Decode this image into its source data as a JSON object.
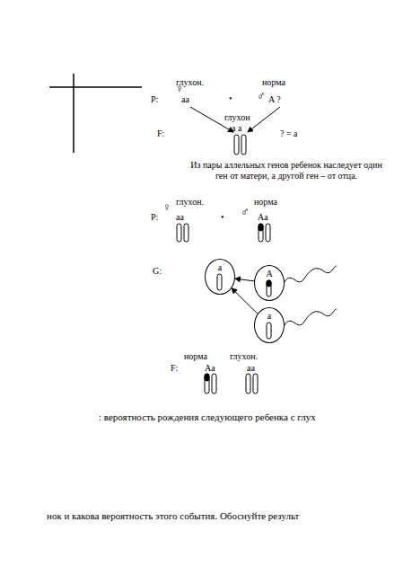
{
  "diagram": {
    "nodes": [
      {
        "text": [
          "a"
        ]
      },
      {
        "text": [
          "A"
        ]
      },
      {
        "text": [
          "a"
        ]
      }
    ],
    "edges": [
      {
        "from": 1,
        "to": 0,
        "arrow": "to"
      },
      {
        "from": 2,
        "to": 0,
        "arrow": "to"
      }
    ],
    "labels": [
      "глухон.",
      "норма",
      "P:",
      "♀",
      "aa",
      "•",
      "♂",
      "A ?",
      "глухон",
      "F:",
      "a a",
      "? = a",
      "Из пары аллельных генов ребенок наследует один ген от матери, а другой ген – от отца.",
      "глухон.",
      "норма",
      "P:",
      "♀",
      "aa",
      "•",
      "♂",
      "Aa",
      "G:",
      "норма",
      "глухон.",
      "F:",
      "Aa",
      "aa",
      ": вероятность рождения следующего ребенка с глух",
      "нок и какова вероятность этого события. Обоснуйте результ"
    ]
  }
}
